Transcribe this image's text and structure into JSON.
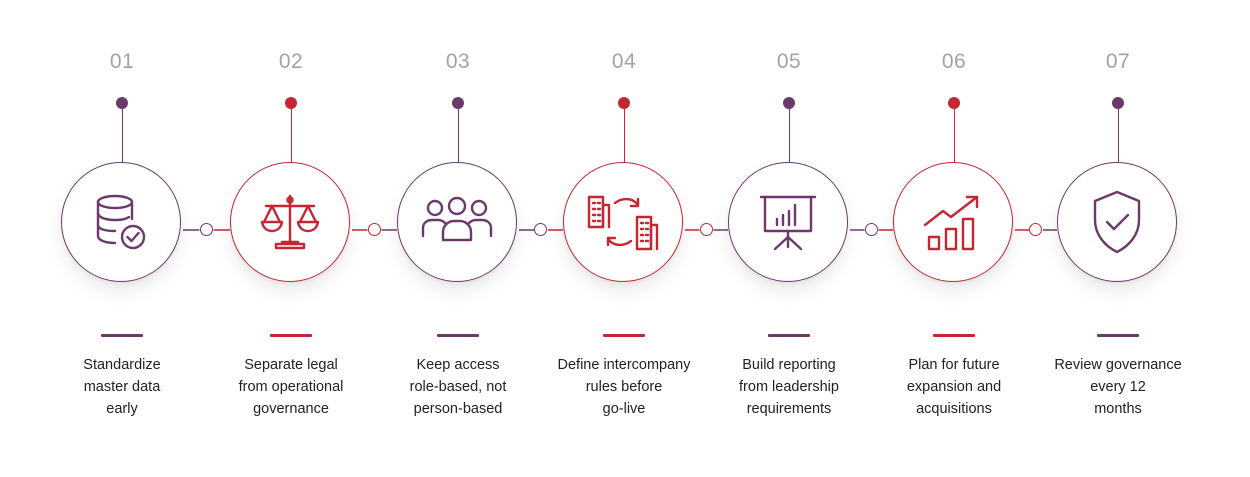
{
  "colors": {
    "purple": "#6b3a6b",
    "red": "#c42732",
    "number_gray": "#a3a3a3",
    "text": "#222222"
  },
  "steps": [
    {
      "number": "01",
      "color": "#6b3a6b",
      "icon": "database-check-icon",
      "lines": [
        "Standardize",
        "master data",
        "early"
      ]
    },
    {
      "number": "02",
      "color": "#c42732",
      "icon": "scales-icon",
      "lines": [
        "Separate legal",
        "from operational",
        "governance"
      ]
    },
    {
      "number": "03",
      "color": "#6b3a6b",
      "icon": "users-group-icon",
      "lines": [
        "Keep access",
        "role-based, not",
        "person-based"
      ]
    },
    {
      "number": "04",
      "color": "#c42732",
      "icon": "buildings-exchange-icon",
      "lines": [
        "Define intercompany",
        "rules before",
        "go-live"
      ]
    },
    {
      "number": "05",
      "color": "#6b3a6b",
      "icon": "presentation-chart-icon",
      "lines": [
        "Build reporting",
        "from leadership",
        "requirements"
      ]
    },
    {
      "number": "06",
      "color": "#c42732",
      "icon": "growth-chart-icon",
      "lines": [
        "Plan for future",
        "expansion and",
        "acquisitions"
      ]
    },
    {
      "number": "07",
      "color": "#6b3a6b",
      "icon": "shield-check-icon",
      "lines": [
        "Review governance",
        "every 12",
        "months"
      ]
    }
  ]
}
